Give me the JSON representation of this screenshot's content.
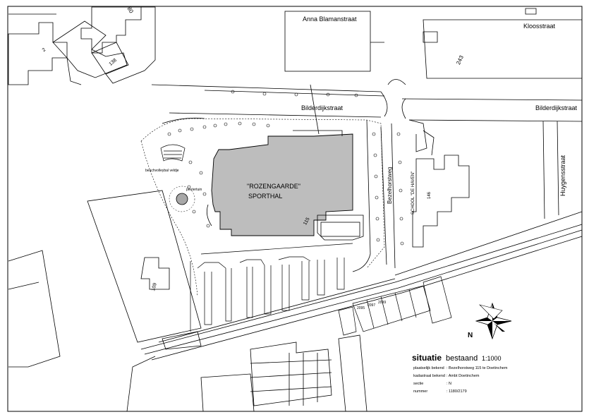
{
  "streets": {
    "anna_blaman": "Anna Blamanstraat",
    "kloos": "Kloosstraat",
    "bilderdijk_1": "Bilderdijkstraat",
    "bilderdijk_2": "Bilderdijkstraat",
    "bezelhorstweg": "Bezelhorstweg",
    "huygens": "Huygensstraat"
  },
  "buildings": {
    "sporthal_line1": "\"ROZENGAARDE\"",
    "sporthal_line2": "SPORTHAL",
    "paviljoen": "peutertuin",
    "school_label": "SCHOOL \"DE HAVEN\"",
    "speelplaats": "beachvolleybal veldje"
  },
  "parcels": {
    "p80": "80",
    "p2": "2",
    "p138": "138",
    "p243": "243",
    "p109": "109",
    "p115": "115",
    "p146": "146",
    "h1": "2095",
    "h2": "2097",
    "h3": "2099"
  },
  "legend": {
    "title": "situatie",
    "subtitle": "bestaand",
    "scale": "1:1000",
    "rows": [
      {
        "key": "plaatselijk bekend",
        "value": ": Bezelhorstweg 115 te Doetinchem"
      },
      {
        "key": "kadastraal bekend",
        "value": ": Ambt Doetinchem"
      },
      {
        "key": "sectie",
        "value": ": N"
      },
      {
        "key": "nummer",
        "value": ": 1180/2179"
      }
    ]
  },
  "north_arrow": {
    "letter": "N"
  },
  "colors": {
    "building_fill": "#bdbdbd",
    "line": "#000000",
    "paviljoen": "#a8a8a8"
  }
}
